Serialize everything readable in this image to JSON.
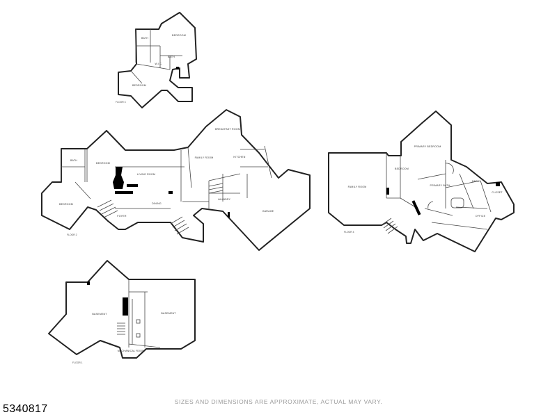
{
  "listing_id": "5340817",
  "disclaimer": "SIZES AND DIMENSIONS ARE APPROXIMATE, ACTUAL MAY VARY.",
  "floors": {
    "floor3": {
      "label": "FLOOR 3",
      "rooms": {
        "bedroom_a": "BEDROOM",
        "bedroom_b": "BEDROOM",
        "bath_a": "BATH",
        "bath_b": "BATH",
        "wic": "W.I.C."
      }
    },
    "floor2": {
      "label": "FLOOR 2",
      "rooms": {
        "bedroom_left": "BEDROOM",
        "bedroom_center": "BEDROOM",
        "living_room": "LIVING ROOM",
        "dining": "DINING",
        "family_room": "FAMILY ROOM",
        "breakfast_room": "BREAKFAST ROOM",
        "kitchen": "KITCHEN",
        "laundry": "LAUNDRY",
        "garage": "GARAGE",
        "bath": "BATH",
        "foyer": "FOYER"
      }
    },
    "floor4": {
      "label": "FLOOR 4",
      "rooms": {
        "primary_bedroom": "PRIMARY BEDROOM",
        "bedroom": "BEDROOM",
        "great_room": "FAMILY ROOM",
        "primary_bath": "PRIMARY BATH",
        "bath": "BATH",
        "office": "OFFICE",
        "closet": "CLOSET"
      }
    },
    "floor1": {
      "label": "FLOOR 1",
      "rooms": {
        "basement_left": "BASEMENT",
        "basement_right": "BASEMENT",
        "mechanical": "MECHANICAL ROOM"
      }
    }
  }
}
